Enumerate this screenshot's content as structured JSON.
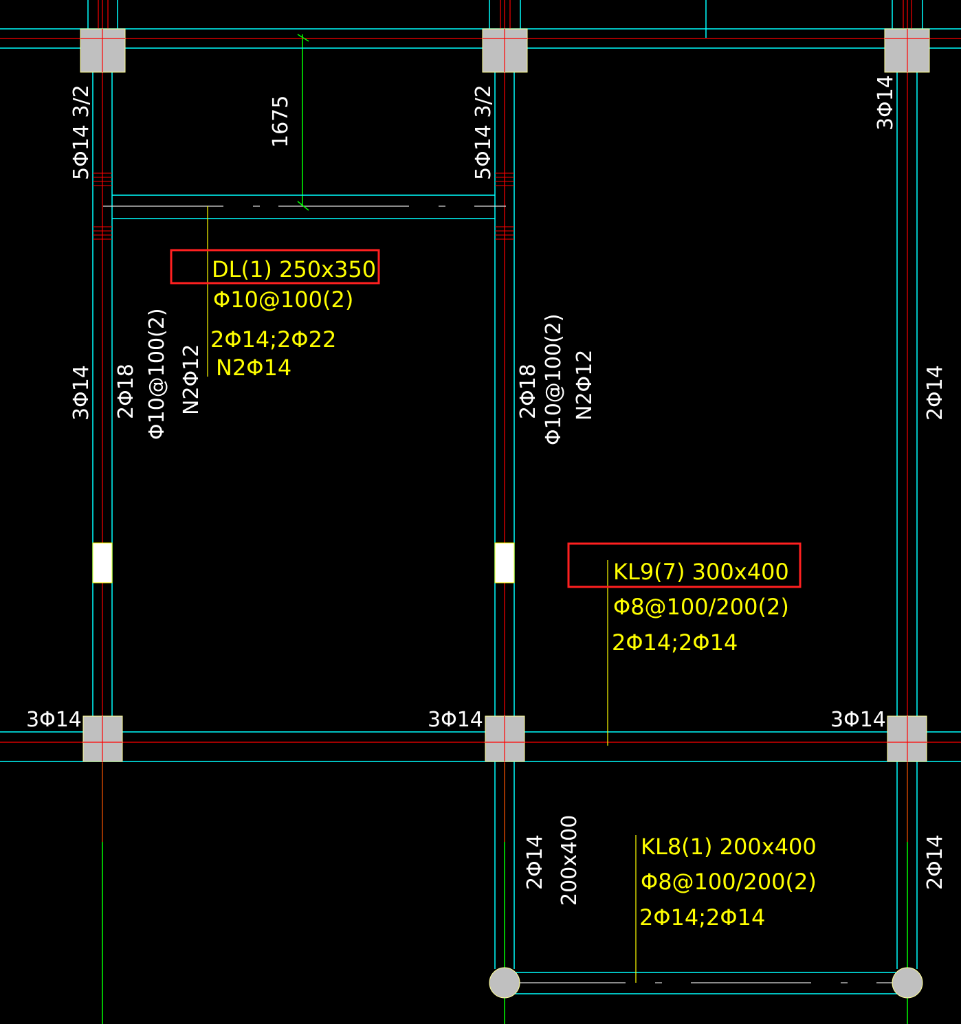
{
  "labels": {
    "dl1": {
      "title": "DL(1) 250x350",
      "stirrup": "Φ10@100(2)",
      "rebar": "2Φ14;2Φ22",
      "torsion": "N2Φ14"
    },
    "kl9": {
      "title": "KL9(7) 300x400",
      "stirrup": "Φ8@100/200(2)",
      "rebar": "2Φ14;2Φ14"
    },
    "kl8": {
      "title": "KL8(1) 200x400",
      "stirrup": "Φ8@100/200(2)",
      "rebar": "2Φ14;2Φ14"
    },
    "dimension": "1675",
    "left_column": {
      "top_bars": "5Φ14 3/2",
      "bottom_bars": "3Φ14",
      "side_top": "2Φ18",
      "side_stirrup": "Φ10@100(2)",
      "side_torsion": "N2Φ12"
    },
    "mid_column": {
      "top_bars": "5Φ14 3/2",
      "side_top": "2Φ18",
      "side_stirrup": "Φ10@100(2)",
      "side_torsion": "N2Φ12"
    },
    "right_column": {
      "top_bars": "3Φ14",
      "side_bars": "2Φ14"
    },
    "bottom_beam_labels": {
      "left": "3Φ14",
      "mid": "3Φ14",
      "right": "3Φ14"
    },
    "lower_left_beam": {
      "bars": "2Φ14",
      "size": "200x400"
    },
    "lower_right_bars": "2Φ14"
  },
  "colors": {
    "background": "#000000",
    "beam_edge": "#00ffff",
    "axis": "#ff0000",
    "grid": "#00ff00",
    "column": "#c0c0c0",
    "text_label": "#ffff00",
    "text_note": "#ffffff",
    "highlight_box": "#ff0000"
  }
}
